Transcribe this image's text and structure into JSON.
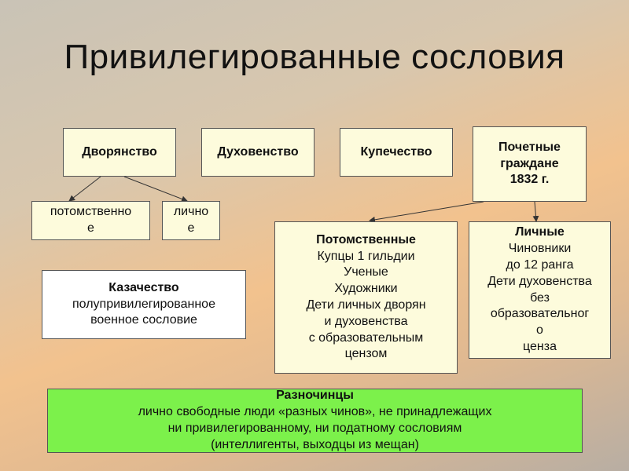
{
  "title": "Привилегированные сословия",
  "boxes": {
    "nobility": "Дворянство",
    "clergy": "Духовенство",
    "merchants": "Купечество",
    "honorary": [
      "Почетные",
      "граждане",
      "1832 г."
    ],
    "hereditary_nobility": [
      "потомственно",
      "е"
    ],
    "personal_nobility": [
      "лично",
      "е"
    ],
    "cossacks": {
      "head": "Казачество",
      "lines": [
        "полупривилегированное",
        "военное сословие"
      ]
    },
    "hereditary_citizens": {
      "head": "Потомственные",
      "lines": [
        "Купцы 1 гильдии",
        "Ученые",
        "Художники",
        "Дети личных дворян",
        "и духовенства",
        "с образовательным",
        "цензом"
      ]
    },
    "personal_citizens": {
      "head": "Личные",
      "lines": [
        "Чиновники",
        "до 12 ранга",
        "Дети духовенства",
        "без",
        "образовательног",
        "о",
        "ценза"
      ]
    },
    "raznochintsy": {
      "head": "Разночинцы",
      "lines": [
        "лично свободные люди «разных чинов», не принадлежащих",
        "ни привилегированному, ни податному сословиям",
        "(интеллигенты, выходцы из мещан)"
      ]
    }
  },
  "colors": {
    "cream": "#fdfbdc",
    "green": "#7cf14b",
    "border": "#555555"
  }
}
